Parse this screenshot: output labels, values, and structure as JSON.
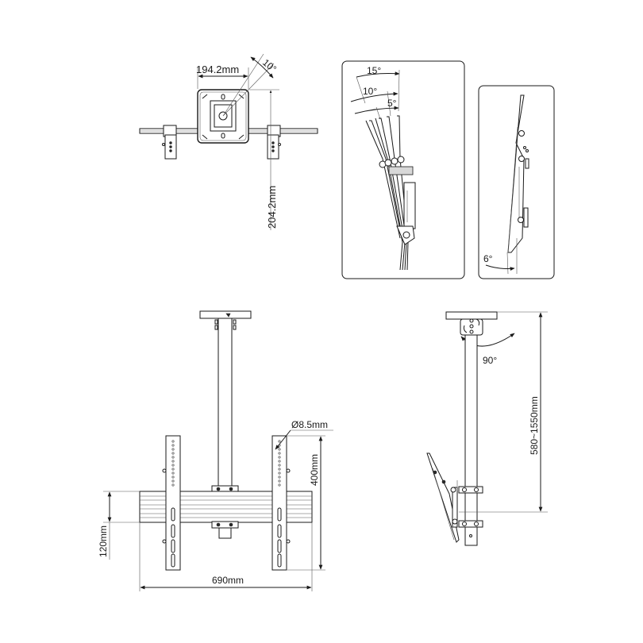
{
  "diagram": {
    "title": "Ceiling TV mount technical drawing",
    "top_view": {
      "width_label": "194.2mm",
      "depth_label": "204.2mm",
      "swivel_label": "10°"
    },
    "tilt_detail": {
      "angles": [
        "15°",
        "10°",
        "5°"
      ]
    },
    "side_tilt_detail": {
      "angle_label": "6°"
    },
    "front_view": {
      "hole_label": "Ø8.5mm",
      "vertical_label": "400mm",
      "rail_height_label": "120mm",
      "width_label": "690mm"
    },
    "side_view": {
      "rotation_label": "90°",
      "height_range_label": "580~1550mm"
    }
  }
}
